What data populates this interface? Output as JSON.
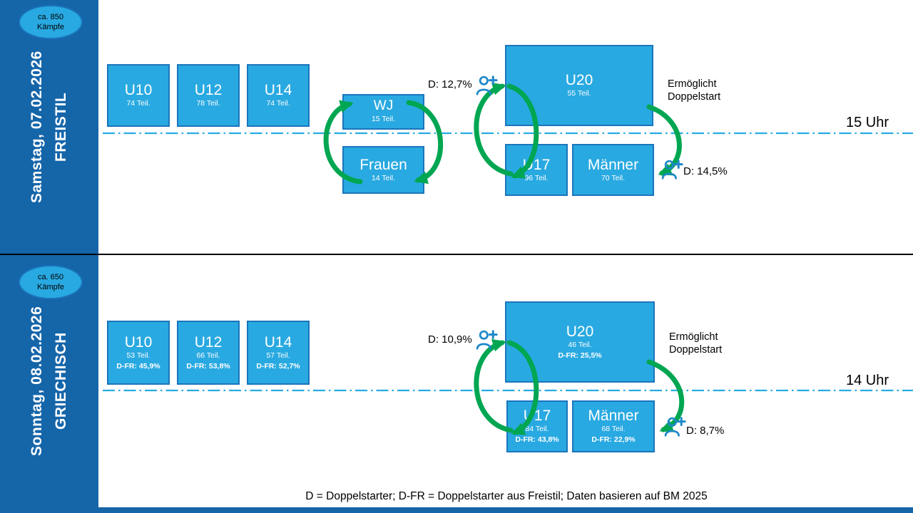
{
  "colors": {
    "sidebar_blue": "#1565A9",
    "box_fill": "#29A9E1",
    "box_border": "#1B75BC",
    "arrow_green": "#00A651",
    "dash_line_blue": "#29ABE2",
    "icon_blue": "#1E88C9"
  },
  "footer_note": "D = Doppelstarter; D-FR = Doppelstarter aus Freistil; Daten basieren auf BM 2025",
  "panels": [
    {
      "sidebar_title": "Samstag, 07.02.2026",
      "sidebar_style": "FREISTIL",
      "badge": {
        "count": "ca. 850",
        "label": "Kämpfe"
      },
      "time_label": "15 Uhr",
      "boxes": {
        "u10": {
          "title": "U10",
          "participants": "74 Teil."
        },
        "u12": {
          "title": "U12",
          "participants": "78 Teil."
        },
        "u14": {
          "title": "U14",
          "participants": "74 Teil."
        },
        "wj": {
          "title": "WJ",
          "participants": "15 Teil."
        },
        "frauen": {
          "title": "Frauen",
          "participants": "14 Teil."
        },
        "u20": {
          "title": "U20",
          "participants": "55 Teil."
        },
        "u17": {
          "title": "U17",
          "participants": "96 Teil."
        },
        "maenner": {
          "title": "Männer",
          "participants": "70 Teil."
        }
      },
      "annotations": {
        "d_rate_top": "D: 12,7%",
        "d_rate_bottom": "D: 14,5%",
        "doppelstart_line1": "Ermöglicht",
        "doppelstart_line2": "Doppelstart"
      }
    },
    {
      "sidebar_title": "Sonntag, 08.02.2026",
      "sidebar_style": "GRIECHISCH",
      "badge": {
        "count": "ca. 650",
        "label": "Kämpfe"
      },
      "time_label": "14 Uhr",
      "boxes": {
        "u10": {
          "title": "U10",
          "participants": "53 Teil.",
          "dfr": "D-FR: 45,9%"
        },
        "u12": {
          "title": "U12",
          "participants": "66 Teil.",
          "dfr": "D-FR: 53,8%"
        },
        "u14": {
          "title": "U14",
          "participants": "57 Teil.",
          "dfr": "D-FR: 52,7%"
        },
        "u20": {
          "title": "U20",
          "participants": "46 Teil.",
          "dfr": "D-FR: 25,5%"
        },
        "u17": {
          "title": "U17",
          "participants": "84 Teil.",
          "dfr": "D-FR: 43,8%"
        },
        "maenner": {
          "title": "Männer",
          "participants": "68 Teil.",
          "dfr": "D-FR: 22,9%"
        }
      },
      "annotations": {
        "d_rate_top": "D: 10,9%",
        "d_rate_bottom": "D: 8,7%",
        "doppelstart_line1": "Ermöglicht",
        "doppelstart_line2": "Doppelstart"
      }
    }
  ]
}
